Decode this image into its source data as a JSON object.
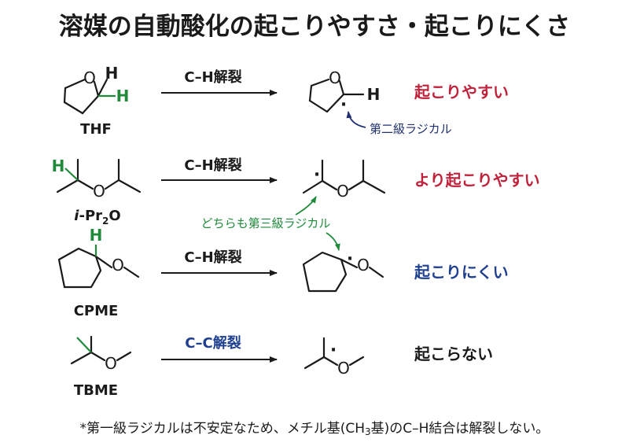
{
  "title": "溶媒の自動酸化の起こりやすさ・起こりにくさ",
  "colors": {
    "black": "#1a1a1a",
    "green": "#1f8a3a",
    "red": "#c0223b",
    "blue": "#1f3f8f",
    "navy": "#1f2f6f"
  },
  "rows": [
    {
      "solvent": "THF",
      "cleavage": "C–H解裂",
      "result": "起こりやすい",
      "h_label": "H",
      "o_label": "O",
      "note": "第二級ラジカル"
    },
    {
      "solvent_prefix": "i",
      "solvent_main": "-Pr",
      "solvent_sub": "2",
      "solvent_suffix": "O",
      "cleavage": "C–H解裂",
      "result": "より起こりやすい",
      "h_label": "H",
      "o_label": "O"
    },
    {
      "solvent": "CPME",
      "cleavage": "C–H解裂",
      "result": "起こりにくい",
      "h_label": "H",
      "o_label": "O"
    },
    {
      "solvent": "TBME",
      "cleavage": "C–C解裂",
      "result": "起こらない",
      "o_label": "O"
    }
  ],
  "tertiary_note": "どちらも第三級ラジカル",
  "radical_dot": "·",
  "footnote": {
    "part1": "*第一級ラジカルは不安定なため、メチル基(CH",
    "sub": "3",
    "part2": "基)のC–H結合は解裂しない。"
  }
}
